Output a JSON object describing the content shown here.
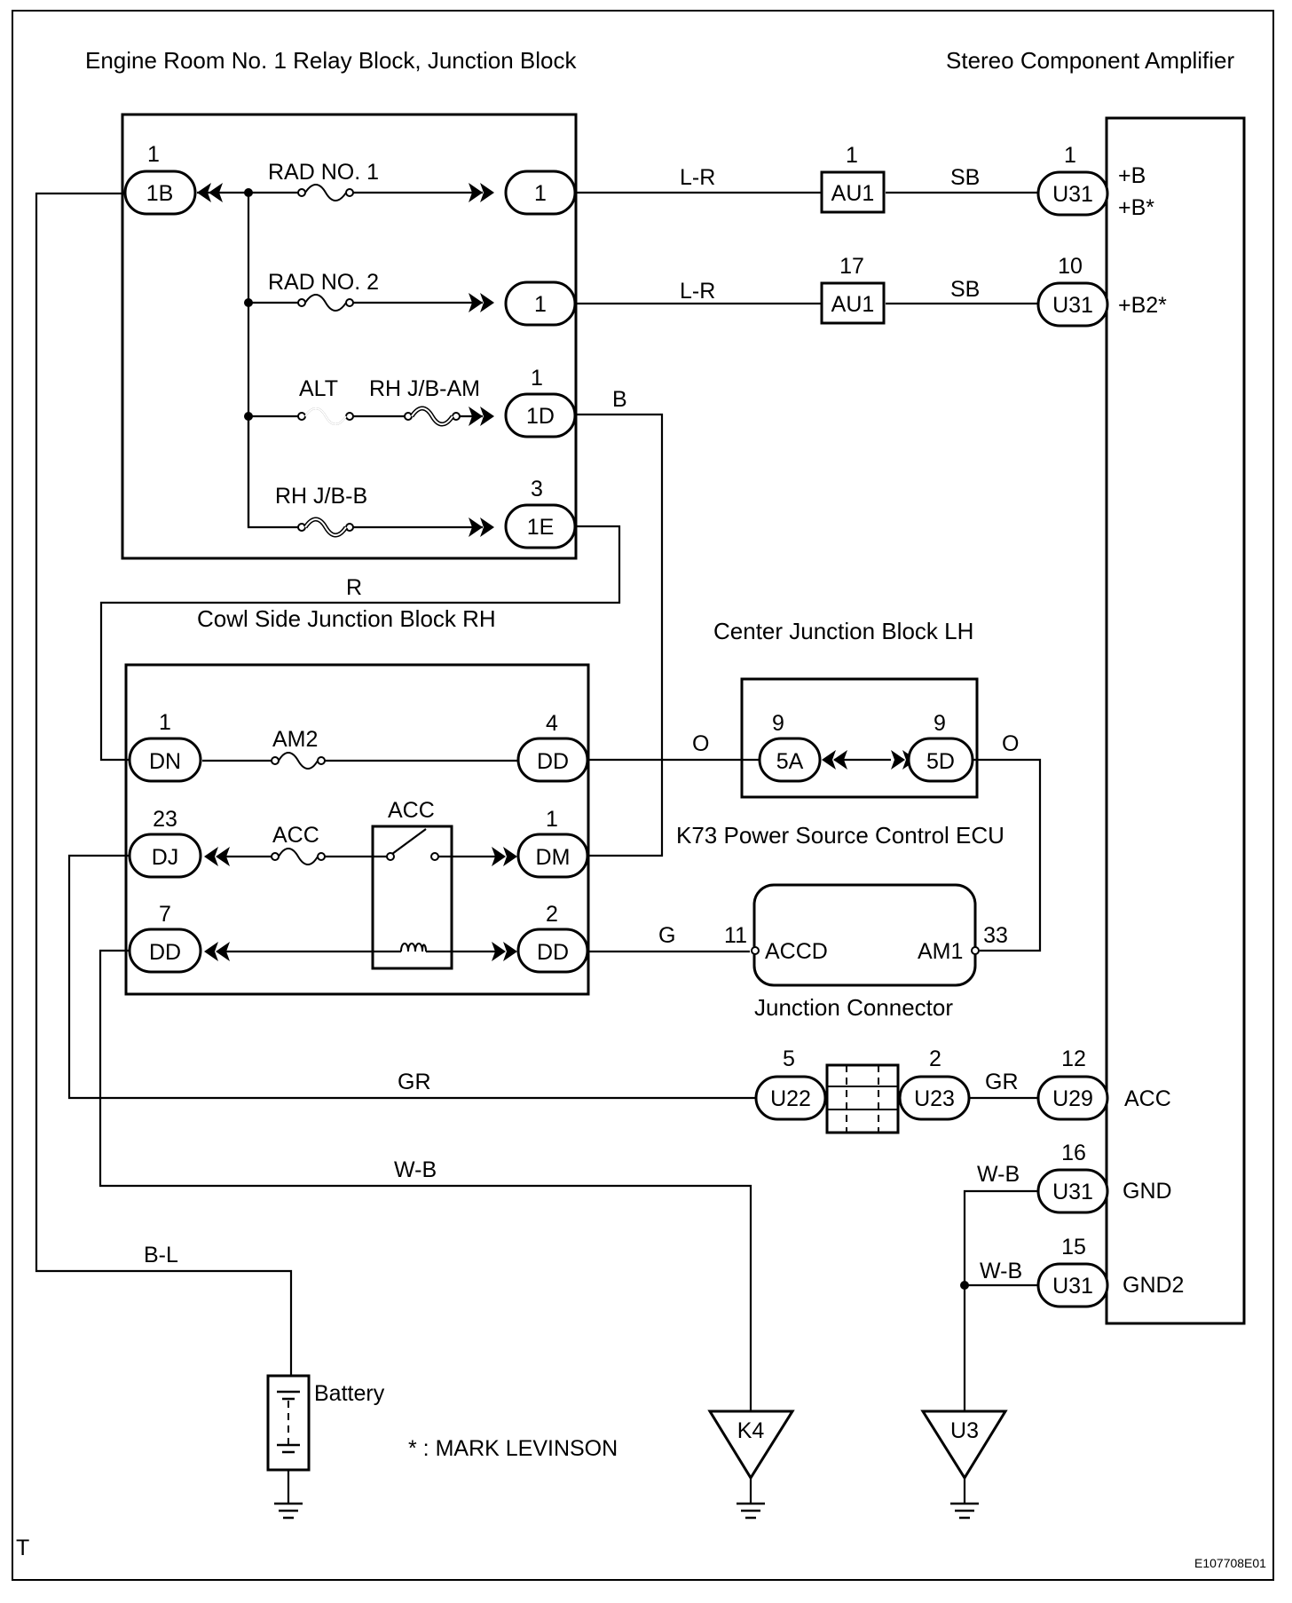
{
  "titles": {
    "relay_block": "Engine Room No. 1 Relay Block, Junction Block",
    "amplifier": "Stereo Component Amplifier",
    "cowl_block": "Cowl Side Junction Block RH",
    "center_block": "Center Junction Block LH",
    "ecu": "K73  Power Source Control ECU",
    "junction_connector": "Junction Connector"
  },
  "relay_block": {
    "conn_1b": {
      "pin": "1",
      "name": "1B"
    },
    "rad1": {
      "fuse": "RAD NO. 1",
      "out_pin": "1",
      "out_name": "1"
    },
    "rad2": {
      "fuse": "RAD NO. 2",
      "out_name": "1"
    },
    "alt_fuse": "ALT",
    "rhjbam_fuse": "RH J/B-AM",
    "conn_1d": {
      "pin": "1",
      "name": "1D"
    },
    "rhjbb_fuse": "RH J/B-B",
    "conn_1e": {
      "pin": "3",
      "name": "1E"
    }
  },
  "wires": {
    "lr1": "L-R",
    "lr2": "L-R",
    "sb1": "SB",
    "sb2": "SB",
    "b": "B",
    "r": "R",
    "o1": "O",
    "o2": "O",
    "g": "G",
    "gr1": "GR",
    "gr2": "GR",
    "wb1": "W-B",
    "wb2": "W-B",
    "wb3": "W-B",
    "bl": "B-L"
  },
  "au1_top": {
    "pin": "1",
    "name": "AU1"
  },
  "au1_bottom": {
    "pin": "17",
    "name": "AU1"
  },
  "amplifier": {
    "u31_b": {
      "pin": "1",
      "name": "U31",
      "term1": "+B",
      "term2": "+B*"
    },
    "u31_b2": {
      "pin": "10",
      "name": "U31",
      "term": "+B2*"
    },
    "u29_acc": {
      "pin": "12",
      "name": "U29",
      "term": "ACC"
    },
    "u31_gnd": {
      "pin": "16",
      "name": "U31",
      "term": "GND"
    },
    "u31_gnd2": {
      "pin": "15",
      "name": "U31",
      "term": "GND2"
    }
  },
  "cowl_block": {
    "dn": {
      "pin": "1",
      "name": "DN"
    },
    "am2_fuse": "AM2",
    "dd_right_top": {
      "pin": "4",
      "name": "DD"
    },
    "dj": {
      "pin": "23",
      "name": "DJ"
    },
    "acc_fuse": "ACC",
    "acc_relay": "ACC",
    "dm": {
      "pin": "1",
      "name": "DM"
    },
    "dd_left": {
      "pin": "7",
      "name": "DD"
    },
    "dd_right_bottom": {
      "pin": "2",
      "name": "DD"
    }
  },
  "center_block": {
    "c5a": {
      "pin": "9",
      "name": "5A"
    },
    "c5d": {
      "pin": "9",
      "name": "5D"
    }
  },
  "ecu": {
    "accd": {
      "pin": "11",
      "term": "ACCD"
    },
    "am1": {
      "pin": "33",
      "term": "AM1"
    }
  },
  "junction_connector": {
    "u22": {
      "pin": "5",
      "name": "U22"
    },
    "u23": {
      "pin": "2",
      "name": "U23"
    }
  },
  "grounds": {
    "battery": "Battery",
    "k4": "K4",
    "u3": "U3"
  },
  "footnote": "* : MARK LEVINSON",
  "corner_mark": "T",
  "figure_id": "E107708E01"
}
